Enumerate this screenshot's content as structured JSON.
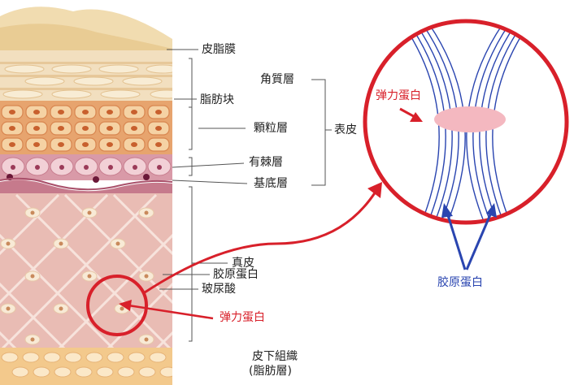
{
  "labels": {
    "sebum_membrane": "皮脂膜",
    "stratum_corneum": "角質層",
    "fat_block": "脂肪块",
    "granular_layer": "顆粒層",
    "epidermis": "表皮",
    "spinous_layer": "有棘層",
    "basal_layer": "基底層",
    "dermis": "真皮",
    "collagen": "胶原蛋白",
    "hyaluronic_acid": "玻尿酸",
    "elastin": "弹力蛋白",
    "subcutaneous_line1": "皮下組織",
    "subcutaneous_line2": "(脂肪層)",
    "zoom_elastin": "弹力蛋白",
    "zoom_collagen": "胶原蛋白"
  },
  "colors": {
    "highlight_red": "#d8202a",
    "collagen_blue": "#2a45b0",
    "elastin_pink": "#f4b8c0",
    "dermis_pink": "#e9bcb4",
    "fat_orange": "#f3c98c"
  }
}
